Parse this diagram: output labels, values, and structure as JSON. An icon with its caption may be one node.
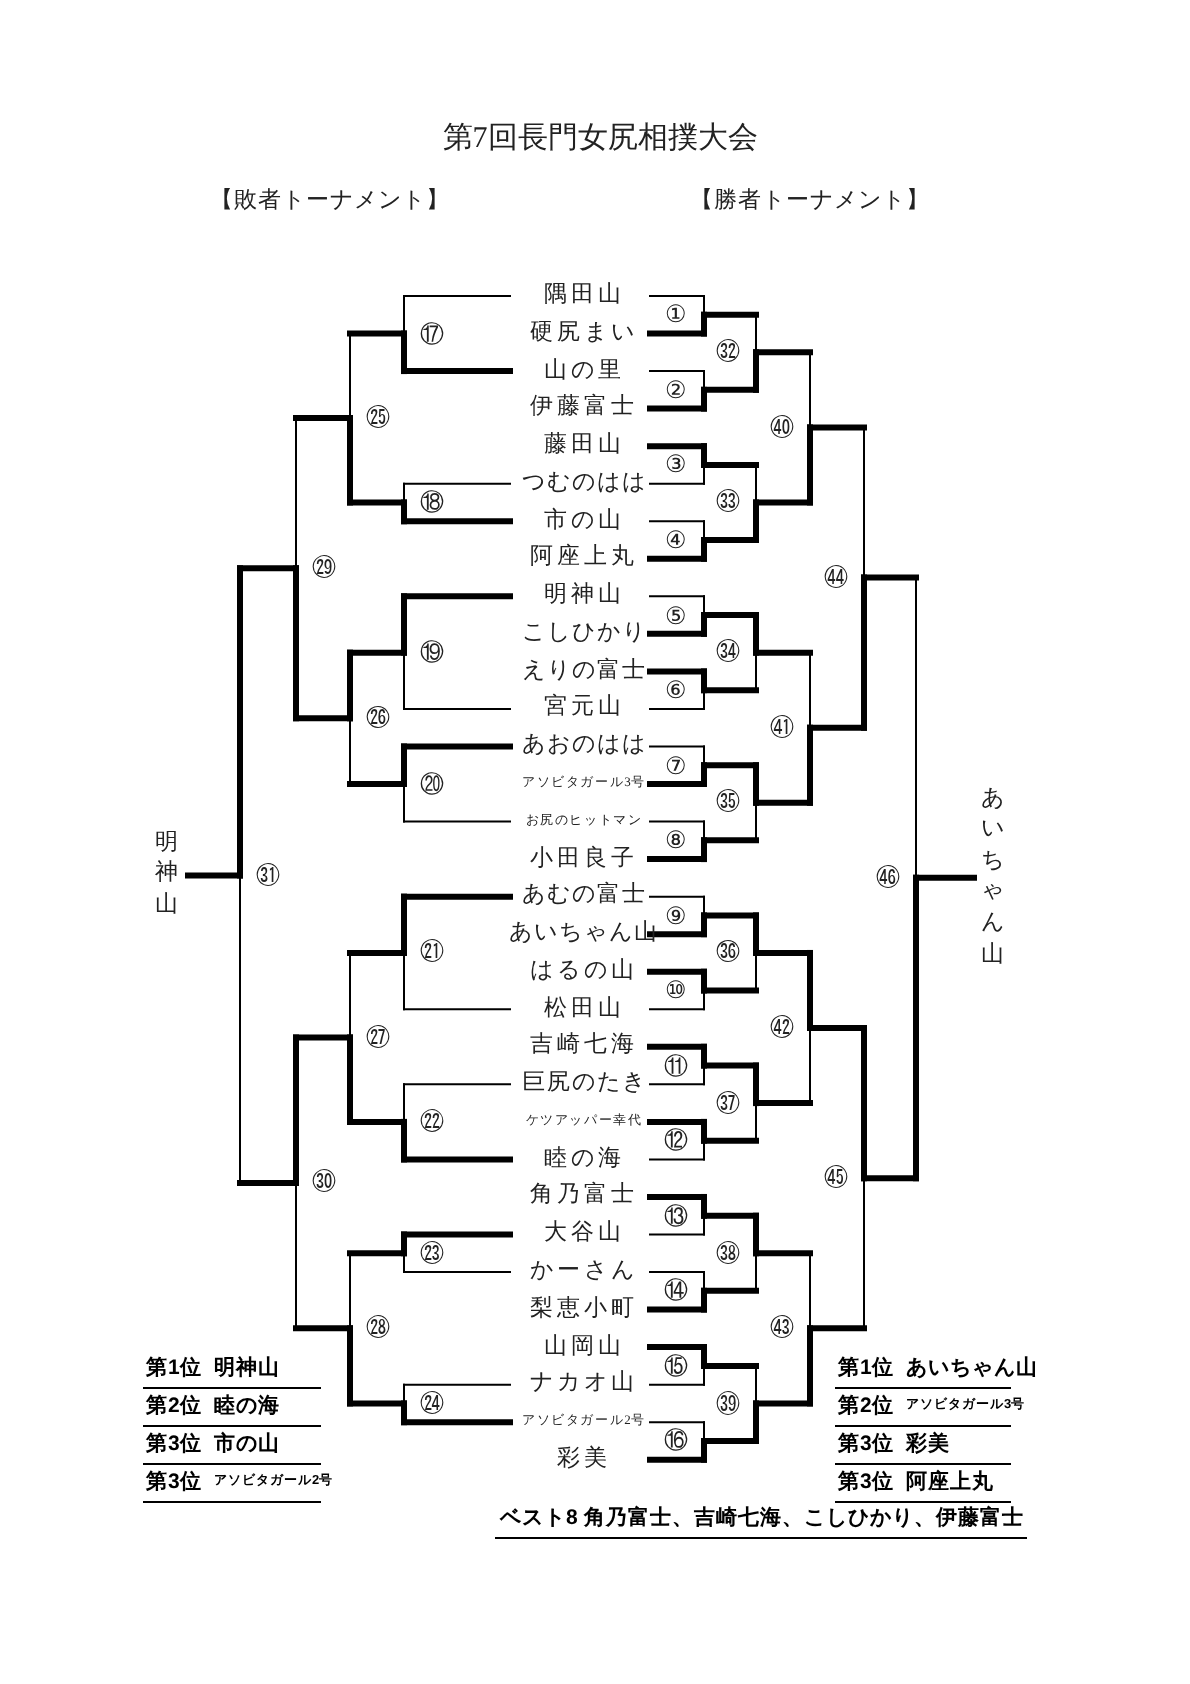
{
  "diagram": {
    "title": "第7回長門女尻相撲大会",
    "labels": [
      "【敗者トーナメント】",
      "【勝者トーナメント】",
      "隅田山",
      "硬尻まい",
      "山の里",
      "伊藤富士",
      "藤田山",
      "つむのはは",
      "市の山",
      "阿座上丸",
      "明神山",
      "こしひかり",
      "えりの富士",
      "宮元山",
      "あおのはは",
      "アソビタガール3号",
      "お尻のヒットマン",
      "小田良子",
      "あむの富士",
      "あいちゃん山",
      "はるの山",
      "松田山",
      "吉崎七海",
      "巨尻のたき",
      "ケツアッパー幸代",
      "睦の海",
      "角乃富士",
      "大谷山",
      "かーさん",
      "梨恵小町",
      "山岡山",
      "ナカオ山",
      "アソビタガール2号",
      "彩美",
      "①",
      "②",
      "③",
      "④",
      "⑤",
      "⑥",
      "⑦",
      "⑧",
      "⑨",
      "⑩",
      "⑪",
      "⑫",
      "⑬",
      "⑭",
      "⑮",
      "⑯",
      "㉜",
      "㉝",
      "㉞",
      "㉟",
      "㊱",
      "㊲",
      "㊳",
      "㊴",
      "㊵",
      "㊶",
      "㊷",
      "㊸",
      "㊹",
      "㊺",
      "㊻",
      "⑰",
      "⑱",
      "⑲",
      "⑳",
      "㉑",
      "㉒",
      "㉓",
      "㉔",
      "㉕",
      "㉖",
      "㉗",
      "㉘",
      "㉙",
      "㉚",
      "㉛",
      "明神山",
      "あいちゃん山",
      "第1位",
      "明神山",
      "第2位",
      "睦の海",
      "第3位",
      "市の山",
      "第3位",
      "アソビタガール2号",
      "第1位",
      "あいちゃん山",
      "第2位",
      "アソビタガール3号",
      "第3位",
      "彩美",
      "第3位",
      "阿座上丸",
      "ベスト8",
      "角乃富士、吉崎七海、こしひかり、伊藤富士"
    ]
  }
}
